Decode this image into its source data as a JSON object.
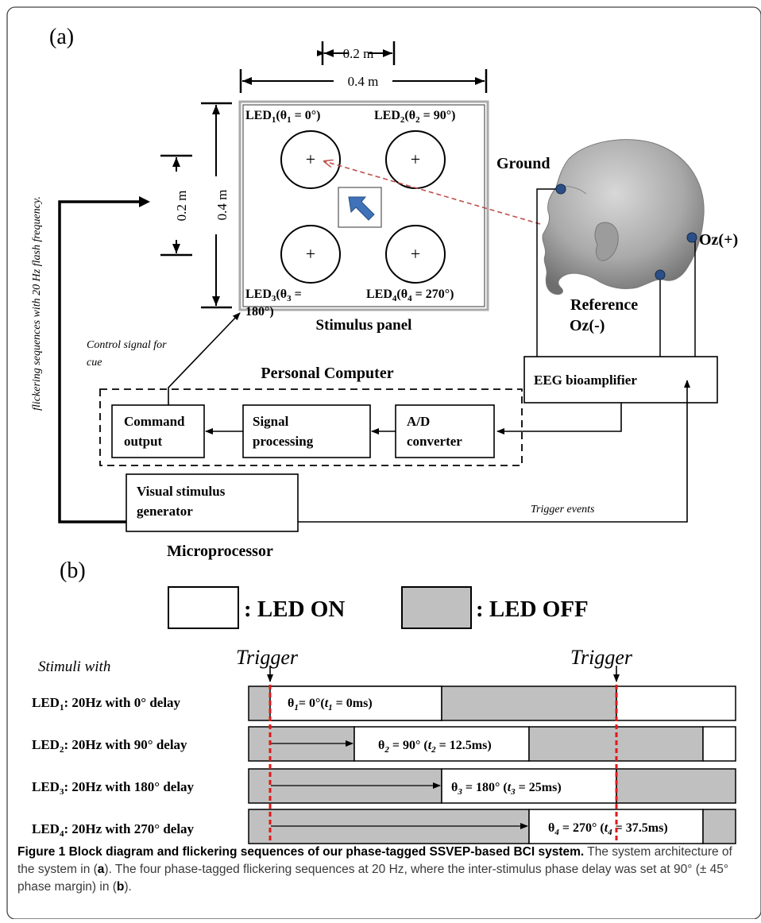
{
  "panel_a": {
    "label": "(a)",
    "dims": {
      "top_inner": "0.2 m",
      "top_outer": "0.4 m",
      "left_inner": "0.2 m",
      "left_outer": "0.4 m"
    },
    "leds": [
      {
        "name": "LED",
        "sub": "1",
        "pre": "(θ",
        "sub2": "1",
        "post": " = 0°)"
      },
      {
        "name": "LED",
        "sub": "2",
        "pre": "(θ",
        "sub2": "2",
        "post": " = 90°)"
      },
      {
        "name": "LED",
        "sub": "3",
        "pre": "(θ",
        "sub2": "3",
        "post": " =",
        "line2": "180°)"
      },
      {
        "name": "LED",
        "sub": "4",
        "pre": "(θ",
        "sub2": "4",
        "post": " = 270°)"
      }
    ],
    "plus": "+",
    "stimulus_panel": "Stimulus panel",
    "ground": "Ground",
    "oz_plus": "Oz(+)",
    "reference": "Reference",
    "oz_minus": "Oz(-)",
    "control_signal": [
      "Control signal for",
      "cue"
    ],
    "personal_computer": "Personal Computer",
    "eeg": "EEG bioamplifier",
    "command_output": [
      "Command",
      "output"
    ],
    "signal_processing": [
      "Signal",
      "processing"
    ],
    "ad_converter": [
      "A/D",
      "converter"
    ],
    "visual_stimulus": [
      "Visual stimulus",
      "generator"
    ],
    "trigger_events": "Trigger events",
    "microprocessor": "Microprocessor",
    "vertical_label": "flickering sequences with 20 Hz flash frequency."
  },
  "panel_b": {
    "label": "(b)",
    "legend_on": ": LED ON",
    "legend_off": ": LED OFF",
    "stimuli_with": "Stimuli with",
    "trigger": "Trigger",
    "rows": [
      {
        "name": "LED",
        "sub": "1",
        "rest": ": 20Hz with 0° delay",
        "theta_sub": "1",
        "theta_val": "= 0°",
        "t_sub": "1",
        "t_val": " = 0ms)"
      },
      {
        "name": "LED",
        "sub": "2",
        "rest": ": 20Hz with 90° delay",
        "theta_sub": "2",
        "theta_val": " = 90°",
        "t_sub": "2",
        "t_val": " = 12.5ms)"
      },
      {
        "name": "LED",
        "sub": "3",
        "rest": ": 20Hz with 180° delay",
        "theta_sub": "3",
        "theta_val": " = 180°",
        "t_sub": "3",
        "t_val": " = 25ms)"
      },
      {
        "name": "LED",
        "sub": "4",
        "rest": ": 20Hz with 270° delay",
        "theta_sub": "4",
        "theta_val": " = 270°",
        "t_sub": "4",
        "t_val": " = 37.5ms)"
      }
    ]
  },
  "caption": {
    "bold": "Figure 1 Block diagram and flickering sequences of our phase-tagged SSVEP-based BCI system.",
    "text1": " The system architecture of the system in (",
    "a": "a",
    "text2": "). The four phase-tagged flickering sequences at 20 Hz, where the inter-stimulus phase delay was set at 90° (± 45° phase margin) in (",
    "b": "b",
    "text3": ")."
  },
  "colors": {
    "frame": "#444444",
    "panel_border": "#aaaaaa",
    "led_off": "#c0c0c0",
    "trigger_line": "#e01818",
    "arrow_blue": "#3f72b8",
    "electrode": "#2b4f86",
    "dashed_red": "#c0504d",
    "head": "#a8a8a8"
  }
}
